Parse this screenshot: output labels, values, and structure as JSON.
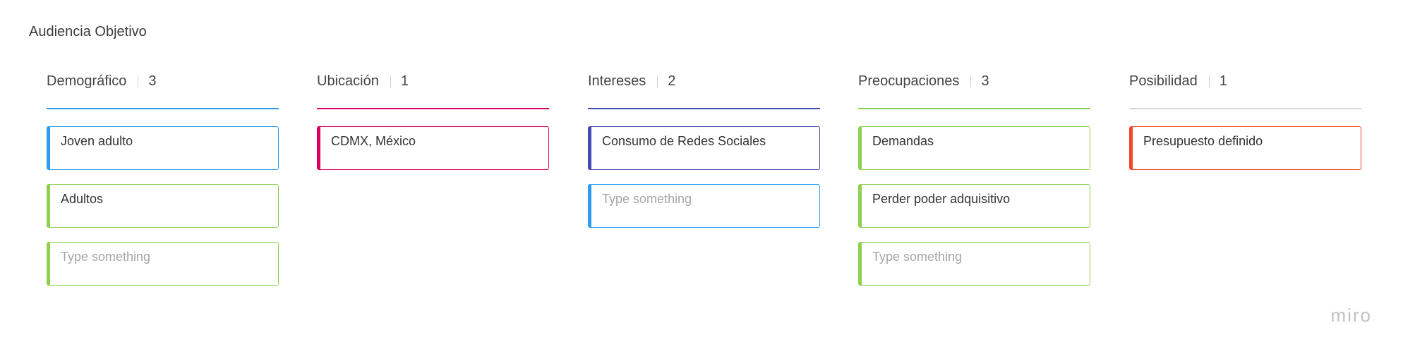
{
  "board": {
    "title": "Audiencia Objetivo",
    "logo": "miro"
  },
  "columns": [
    {
      "title": "Demográfico",
      "count": "3",
      "color": "#2d9bf0",
      "cards": [
        {
          "text": "Joven adulto",
          "color": "#2d9bf0",
          "placeholder": false
        },
        {
          "text": "Adultos",
          "color": "#8fd14f",
          "placeholder": false
        },
        {
          "text": "Type something",
          "color": "#8fd14f",
          "placeholder": true
        }
      ]
    },
    {
      "title": "Ubicación",
      "count": "1",
      "color": "#da0063",
      "cards": [
        {
          "text": "CDMX, México",
          "color": "#da0063",
          "placeholder": false
        }
      ]
    },
    {
      "title": "Intereses",
      "count": "2",
      "color": "#414bb2",
      "cards": [
        {
          "text": "Consumo de Redes Sociales",
          "color": "#414bb2",
          "placeholder": false
        },
        {
          "text": "Type something",
          "color": "#2d9bf0",
          "placeholder": true
        }
      ]
    },
    {
      "title": "Preocupaciones",
      "count": "3",
      "color": "#8fd14f",
      "cards": [
        {
          "text": "Demandas",
          "color": "#8fd14f",
          "placeholder": false
        },
        {
          "text": "Perder poder adquisitivo",
          "color": "#8fd14f",
          "placeholder": false
        },
        {
          "text": "Type something",
          "color": "#8fd14f",
          "placeholder": true
        }
      ]
    },
    {
      "title": "Posibilidad",
      "count": "1",
      "color": "#d6d6d6",
      "cards": [
        {
          "text": "Presupuesto definido",
          "color": "#f24726",
          "placeholder": false
        }
      ]
    }
  ]
}
